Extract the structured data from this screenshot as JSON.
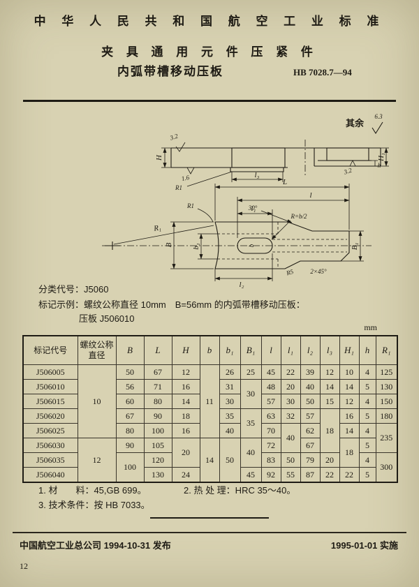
{
  "header": {
    "org_line": "中 华 人 民 共 和 国 航 空 工 业 标 准",
    "title_line1": "夹 具 通 用 元 件 压 紧 件",
    "title_line2": "内弧带槽移动压板",
    "std_no": "HB 7028.7—94"
  },
  "drawing": {
    "rest_label": "其余",
    "rest_value": "6.3",
    "labels": {
      "rough_top": "3.2",
      "rough_bottom": "1.6",
      "rough_right": "3.2",
      "dim_H": "H",
      "dim_H1": "H₁",
      "dim_h": "h",
      "dim_l3": "l₃",
      "fillet_r1_section": "R1",
      "fillet_r1_plan": "R1",
      "dim_L": "L",
      "dim_l": "l",
      "dim_l1": "l₁",
      "dim_l2": "l₂",
      "radius_R1": "R₁",
      "dim_B": "B",
      "dim_b": "b",
      "dim_b1": "b₁",
      "dim_B1": "B₁",
      "angle_30": "30°",
      "slot_radius": "R=b/2",
      "notch_radius": "R5",
      "chamfer": "2×45°"
    }
  },
  "spec": {
    "class_code": "分类代号：J5060",
    "example_line1": "标记示例：螺纹公称直径 10mm　B=56mm 的内弧带槽移动压板：",
    "example_line2": "压板 J506010"
  },
  "table": {
    "unit": "mm",
    "headers": [
      "标记代号",
      "螺纹公称直径",
      "B",
      "L",
      "H",
      "b",
      "b₁",
      "B₁",
      "l",
      "l₁",
      "l₂",
      "l₃",
      "H₁",
      "h",
      "R₁"
    ],
    "rows": [
      {
        "code": "J506005",
        "thread": "10",
        "B": "50",
        "L": "67",
        "H": "12",
        "b": "11",
        "b1": "26",
        "B1": "25",
        "l": "45",
        "l1": "22",
        "l2": "39",
        "l3": "12",
        "H1": "10",
        "h": "4",
        "R1": "125"
      },
      {
        "code": "J506010",
        "B": "56",
        "L": "71",
        "H": "16",
        "b1": "31",
        "B1": "30",
        "l": "48",
        "l1": "20",
        "l2": "40",
        "l3": "14",
        "H1": "14",
        "h": "5",
        "R1": "130"
      },
      {
        "code": "J506015",
        "B": "60",
        "L": "80",
        "H": "14",
        "b1": "30",
        "l": "57",
        "l1": "30",
        "l2": "50",
        "l3": "15",
        "H1": "12",
        "h": "4",
        "R1": "150"
      },
      {
        "code": "J506020",
        "B": "67",
        "L": "90",
        "H": "18",
        "b1": "35",
        "B1": "35",
        "l": "63",
        "l1": "32",
        "l2": "57",
        "l3": "18",
        "H1": "16",
        "h": "5",
        "R1": "180"
      },
      {
        "code": "J506025",
        "B": "80",
        "L": "100",
        "H": "16",
        "b1": "40",
        "l": "70",
        "l1": "40",
        "l2": "62",
        "H1": "14",
        "h": "4",
        "R1": "235"
      },
      {
        "code": "J506030",
        "thread": "12",
        "B": "90",
        "L": "105",
        "H": "20",
        "b": "14",
        "b1": "50",
        "B1": "40",
        "l": "72",
        "l2": "67",
        "H1": "18",
        "h": "5"
      },
      {
        "code": "J506035",
        "B": "100",
        "L": "120",
        "l": "83",
        "l1": "50",
        "l2": "79",
        "l3": "20",
        "h": "4",
        "R1": "300"
      },
      {
        "code": "J506040",
        "L": "130",
        "H": "24",
        "B1": "45",
        "l": "92",
        "l1": "55",
        "l2": "87",
        "l3": "22",
        "H1": "22",
        "h": "5"
      }
    ]
  },
  "notes": {
    "n1": "1. 材　　料：45,GB 699。",
    "n2": "2. 热 处 理：HRC 35～40。",
    "n3": "3. 技术条件：按 HB 7033。"
  },
  "footer": {
    "publisher": "中国航空工业总公司 1994-10-31 发布",
    "implement": "1995-01-01 实施",
    "page_no": "12"
  }
}
